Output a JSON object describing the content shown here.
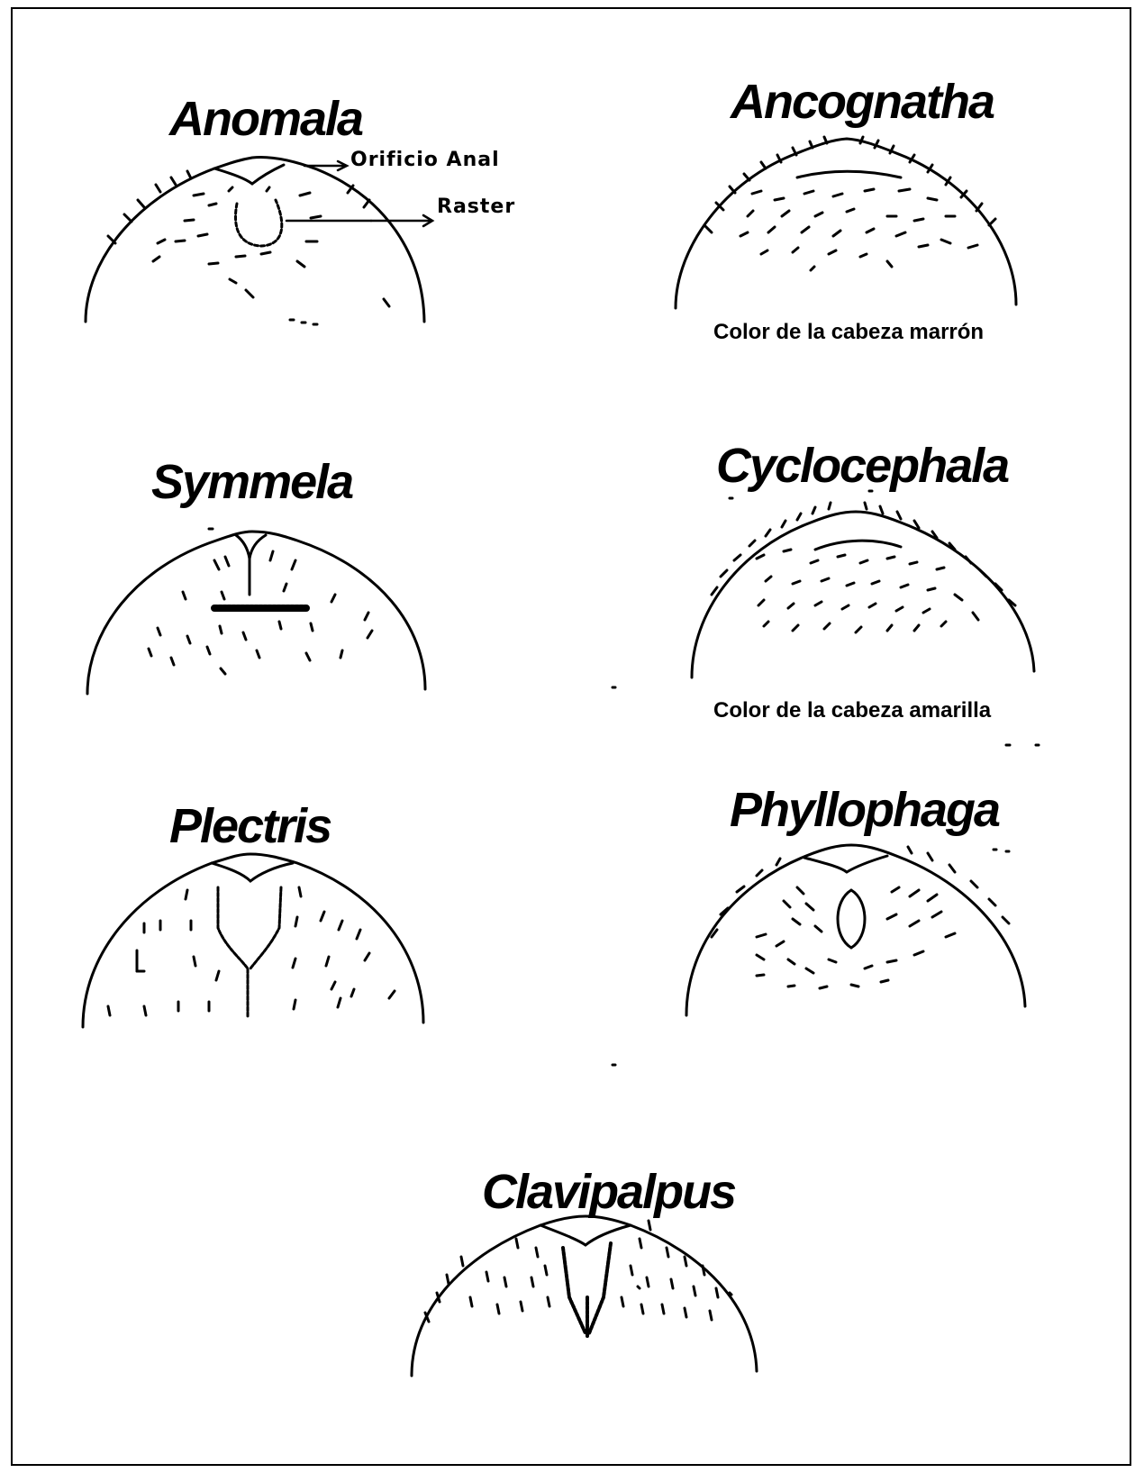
{
  "panels": {
    "anomala": {
      "name": "Anomala",
      "labels": {
        "anal": "Orificio Anal",
        "raster": "Raster"
      }
    },
    "ancognatha": {
      "name": "Ancognatha",
      "caption": "Color de la cabeza marrón"
    },
    "symmela": {
      "name": "Symmela"
    },
    "cyclocephala": {
      "name": "Cyclocephala",
      "caption": "Color de la cabeza amarilla"
    },
    "plectris": {
      "name": "Plectris"
    },
    "phyllophaga": {
      "name": "Phyllophaga"
    },
    "clavipalpus": {
      "name": "Clavipalpus"
    }
  }
}
